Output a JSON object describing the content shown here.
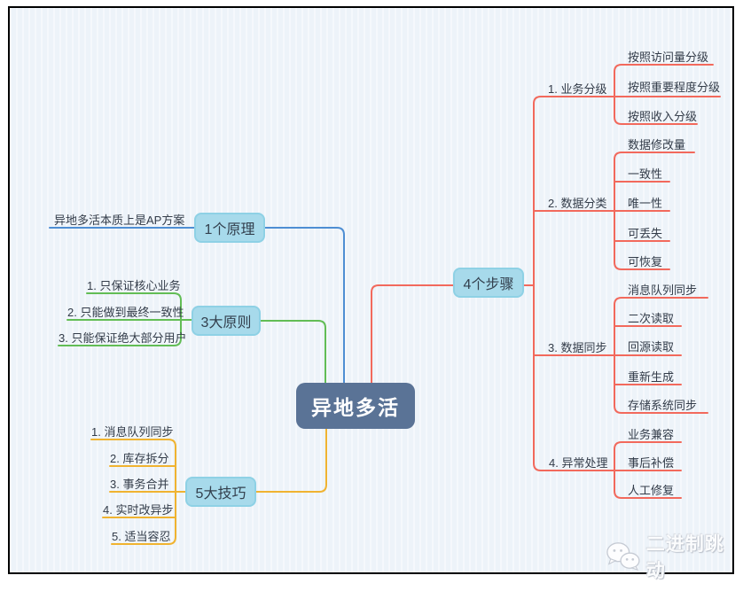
{
  "colors": {
    "background": "#edf3f9",
    "center_bg": "#5a7396",
    "topic_bg": "#a7daeb",
    "topic_border": "#8ed1e5",
    "blue": "#4e8ed3",
    "green": "#62bd55",
    "red": "#f2695c",
    "yellow": "#f0b330"
  },
  "center": {
    "label": "异地多活"
  },
  "branches": {
    "principle": {
      "label": "1个原理",
      "leaves": [
        "异地多活本质上是AP方案"
      ]
    },
    "rules": {
      "label": "3大原则",
      "leaves": [
        "1. 只保证核心业务",
        "2. 只能做到最终一致性",
        "3. 只能保证绝大部分用户"
      ]
    },
    "steps": {
      "label": "4个步骤",
      "subbranches": [
        {
          "label": "1. 业务分级",
          "children": [
            "按照访问量分级",
            "按照重要程度分级",
            "按照收入分级"
          ]
        },
        {
          "label": "2. 数据分类",
          "children": [
            "数据修改量",
            "一致性",
            "唯一性",
            "可丢失",
            "可恢复"
          ]
        },
        {
          "label": "3. 数据同步",
          "children": [
            "消息队列同步",
            "二次读取",
            "回源读取",
            "重新生成",
            "存储系统同步"
          ]
        },
        {
          "label": "4. 异常处理",
          "children": [
            "业务兼容",
            "事后补偿",
            "人工修复"
          ]
        }
      ]
    },
    "tricks": {
      "label": "5大技巧",
      "leaves": [
        "1. 消息队列同步",
        "2. 库存拆分",
        "3. 事务合并",
        "4. 实时改异步",
        "5. 适当容忍"
      ]
    }
  },
  "watermark": {
    "label": "二进制跳动",
    "icon": "chat-bubbles-icon"
  }
}
